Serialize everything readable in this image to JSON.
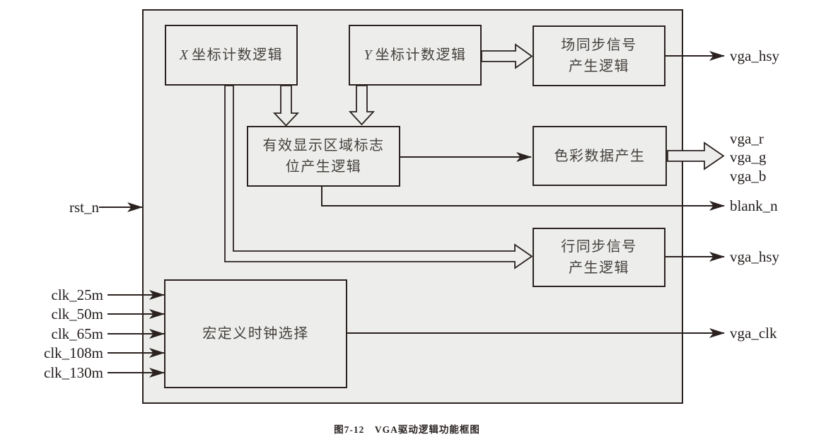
{
  "figure": {
    "caption": "图7-12　VGA驱动逻辑功能框图",
    "colors": {
      "box_fill": "#edeeec",
      "line": "#2b2220",
      "block_text": "#45403d",
      "signal_text": "#231d1c"
    },
    "blocks": {
      "x_counter": {
        "var": "X",
        "label": "坐标计数逻辑"
      },
      "y_counter": {
        "var": "Y",
        "label": "坐标计数逻辑"
      },
      "vsync_gen": {
        "line1": "场同步信号",
        "line2": "产生逻辑"
      },
      "active_area": {
        "line1": "有效显示区域标志",
        "line2": "位产生逻辑"
      },
      "color_data": {
        "label": "色彩数据产生"
      },
      "hsync_gen": {
        "line1": "行同步信号",
        "line2": "产生逻辑"
      },
      "clock_select": {
        "label": "宏定义时钟选择"
      }
    },
    "inputs": {
      "rst": "rst_n",
      "clk25": "clk_25m",
      "clk50": "clk_50m",
      "clk65": "clk_65m",
      "clk108": "clk_108m",
      "clk130": "clk_130m"
    },
    "outputs": {
      "vsy": "vga_hsy",
      "r": "vga_r",
      "g": "vga_g",
      "b": "vga_b",
      "blank": "blank_n",
      "hsy": "vga_hsy",
      "clk": "vga_clk"
    }
  }
}
